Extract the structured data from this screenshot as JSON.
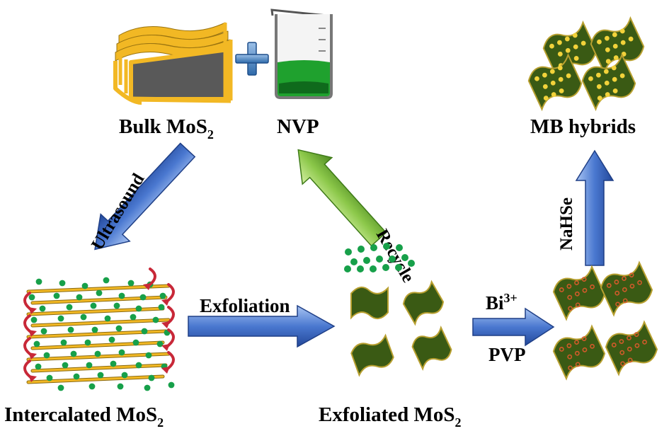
{
  "labels": {
    "bulk": "Bulk MoS",
    "bulk_sub": "2",
    "nvp": "NVP",
    "mb_hybrids": "MB hybrids",
    "ultrasound": "Ultrasound",
    "recycle": "Recycle",
    "nahse": "NaHSe",
    "exfoliation": "Exfoliation",
    "bi": "Bi",
    "bi_sup": "3+",
    "pvp": "PVP",
    "intercalated": "Intercalated MoS",
    "intercalated_sub": "2",
    "exfoliated": "Exfoliated MoS",
    "exfoliated_sub": "2"
  },
  "colors": {
    "sheet_gold": "#f2b824",
    "sheet_dark": "#595959",
    "liquid_green": "#1fa12e",
    "dot_green": "#17a04a",
    "nanosheet": "#3a5a14",
    "nanosheet_edge": "#b8a030",
    "bi_dot": "#d25a2a",
    "mb_dot": "#f2d23a",
    "arrow_blue": "#4a78d0",
    "arrow_green": "#8cc84a",
    "curve_red": "#c82838"
  },
  "icons": {
    "plus": "plus-icon",
    "beaker": "beaker-icon"
  }
}
